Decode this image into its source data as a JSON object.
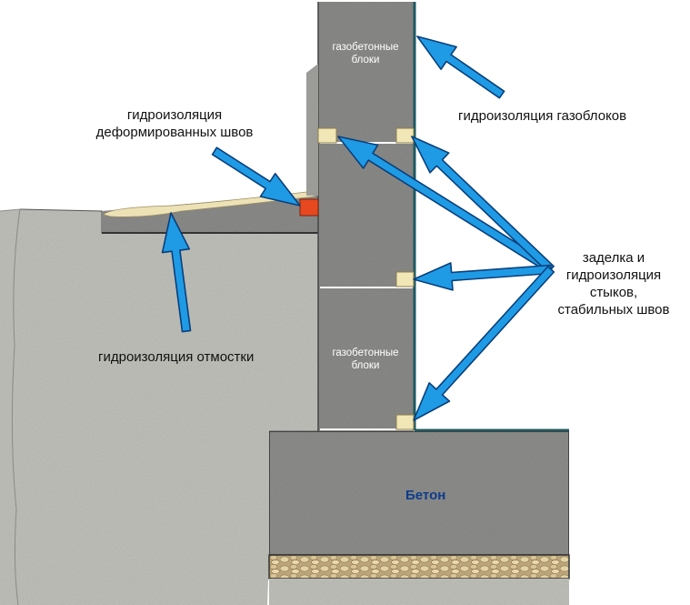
{
  "labels": {
    "blocks_top": "газобетонные\nблоки",
    "blocks_bottom": "газобетонные\nблоки",
    "concrete": "Бетон",
    "waterproof_blocks": "гидроизоляция газоблоков",
    "deformed_joints": "гидроизоляция\nдеформированных швов",
    "blind_area": "гидроизоляция отмостки",
    "stable_joints": "заделка и\nгидроизоляция\nстыков,\nстабильных швов"
  },
  "colors": {
    "ground": "#c3c3bd",
    "block": "#8c8c8a",
    "concrete": "#8f8f8d",
    "waterproofing_line": "#1c5a60",
    "joint_fill": "#f1e6b5",
    "blind_area_layer": "#ede1b6",
    "deformed_joint_seal": "#e8481f",
    "arrow_fill": "#1f9be6",
    "arrow_stroke": "#0a3f7a",
    "gravel": "#cdb88a"
  },
  "icons": {
    "arrow": "arrow-icon"
  }
}
